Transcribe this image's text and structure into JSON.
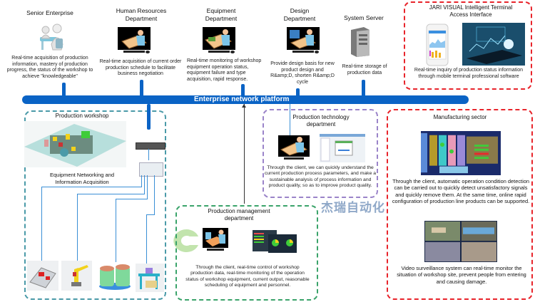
{
  "top_departments": [
    {
      "title": "Senior Enterprise",
      "icon": "users-meeting-icon",
      "description": "Real-time acquisition of production information, mastery of production progress, the status of the workshop to achieve \"knowledgeable\""
    },
    {
      "title": "Human Resources Department",
      "icon": "person-at-computer-icon",
      "description": "Real-time acquisition of current order production schedule to facilitate business negotiation"
    },
    {
      "title": "Equipment Department",
      "icon": "person-at-computer-icon",
      "description": "Real-time monitoring of workshop equipment operation status, equipment failure and type acquisition, rapid response."
    },
    {
      "title": "Design Department",
      "icon": "person-at-computer-icon",
      "description": "Provide design basis for new product design and R&amp;D, shorten R&amp;D cycle"
    },
    {
      "title": "System Server",
      "icon": "server-tower-icon",
      "description": "Real-time storage of production data"
    }
  ],
  "terminal_interface": {
    "title": "JARI VISUAL Intelligent Terminal Access Interface",
    "description": "Real-time inquiry of production status information through mobile terminal professional software",
    "border_color": "#e8242b"
  },
  "network_platform": {
    "label": "Enterprise network platform",
    "color": "#0a63c5"
  },
  "production_workshop": {
    "title": "Production workshop",
    "subtitle": "Equipment Networking and Information Acquisition",
    "border_color": "#4a9aa8",
    "devices": [
      "machining-center-icon",
      "robot-arm-icon",
      "coil-rolls-icon",
      "workbench-icon"
    ]
  },
  "production_technology": {
    "title": "Production technology department",
    "description": "Through the client, we can quickly understand the current production process parameters, and make a sustainable analysis of process information and product quality, so as to improve product quality.",
    "border_color": "#9b84c9"
  },
  "production_management": {
    "title": "Production management department",
    "description": "Through the client, real-time control of workshop production data, real-time monitoring of the operation status of workshop equipment, current output, reasonable scheduling of equipment and personnel.",
    "border_color": "#3aa36a"
  },
  "manufacturing_sector": {
    "title": "Manufacturing sector",
    "description": "Through the client, automatic operation condition detection can be carried out to quickly detect unsatisfactory signals and quickly remove them. At the same time, online rapid configuration of production line products can be supported.",
    "surveillance_description": "Video surveillance system can real-time monitor the situation of workshop site, prevent people from entering and causing damage.",
    "border_color": "#e8242b"
  },
  "watermark": {
    "text": "杰瑞自动化"
  }
}
